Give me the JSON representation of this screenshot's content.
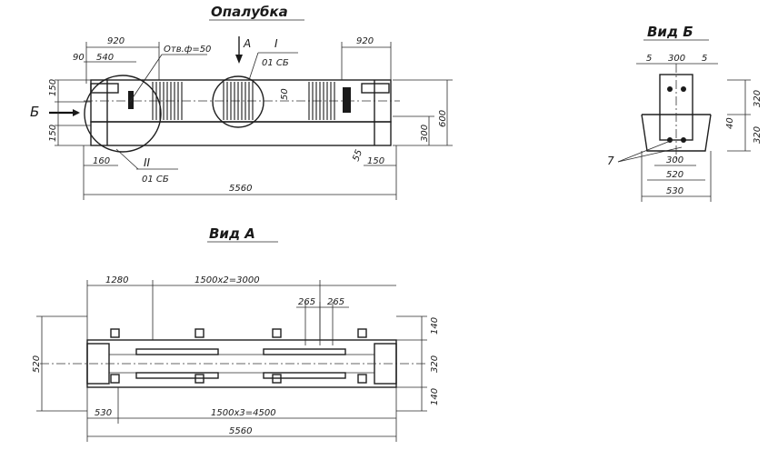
{
  "views": {
    "formwork": {
      "title": "Опалубка",
      "hole_note": "Отв.ф=50",
      "arrow_label": "А",
      "side_label": "Б",
      "callout_1": {
        "roman": "I",
        "sheet": "01 СБ"
      },
      "callout_2": {
        "roman": "II",
        "sheet": "01 СБ"
      },
      "dims": {
        "top_left": "920",
        "top_right": "920",
        "left_90": "90",
        "left_540": "540",
        "left_150": "150",
        "left_150b": "150",
        "mid_50": "50",
        "right_300": "300",
        "right_600": "600",
        "bottom_160": "160",
        "bottom_150": "150",
        "bottom_55": "55",
        "overall": "5560"
      }
    },
    "view_b": {
      "title": "Вид Б",
      "leader_label": "7",
      "dims": {
        "top_5a": "5",
        "top_300": "300",
        "top_5b": "5",
        "right_320": "320",
        "right_320b": "320",
        "right_40": "40",
        "bottom_300": "300",
        "bottom_520": "520",
        "bottom_530": "530"
      }
    },
    "view_a": {
      "title": "Вид А",
      "dims": {
        "top_1280": "1280",
        "top_span": "1500х2=3000",
        "top_265a": "265",
        "top_265b": "265",
        "left_520": "520",
        "right_140a": "140",
        "right_320": "320",
        "right_140b": "140",
        "bottom_530": "530",
        "bottom_span": "1500х3=4500",
        "overall": "5560"
      }
    }
  }
}
